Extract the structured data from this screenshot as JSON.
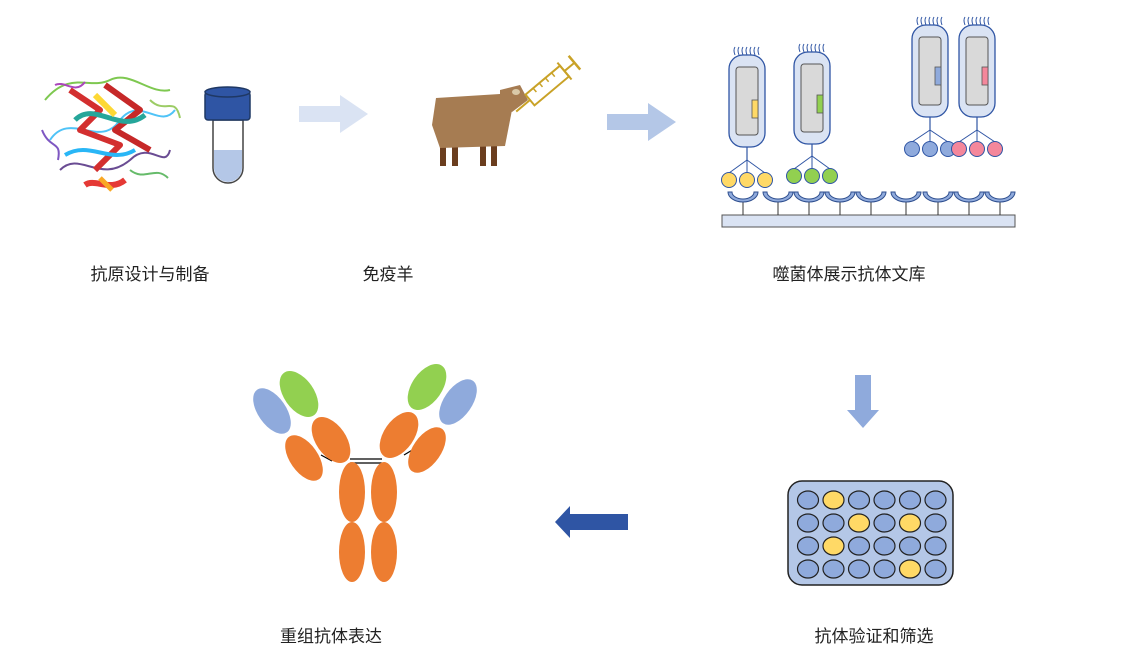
{
  "steps": {
    "antigen": "抗原设计与制备",
    "immunize": "免疫羊",
    "phage_library": "噬菌体展示抗体文库",
    "screening": "抗体验证和筛选",
    "expression": "重组抗体表达"
  },
  "colors": {
    "orange": "#ed7d31",
    "green": "#92d050",
    "light_blue": "#8faadc",
    "yellow": "#ffd966",
    "pink": "#f4879b",
    "plate_fill": "#b4c7e7",
    "dark_blue_arrow": "#2f55a4",
    "light_arrow": "#dae3f3",
    "mid_arrow": "#b4c7e7",
    "sheep_brown": "#a67c52",
    "syringe_gold": "#c9a227",
    "tube_cap": "#2f55a4"
  },
  "plate_wells": [
    [
      "blue",
      "yellow",
      "blue",
      "blue",
      "blue",
      "blue"
    ],
    [
      "blue",
      "blue",
      "yellow",
      "blue",
      "yellow",
      "blue"
    ],
    [
      "blue",
      "yellow",
      "blue",
      "blue",
      "blue",
      "blue"
    ],
    [
      "blue",
      "blue",
      "blue",
      "blue",
      "yellow",
      "blue"
    ]
  ]
}
